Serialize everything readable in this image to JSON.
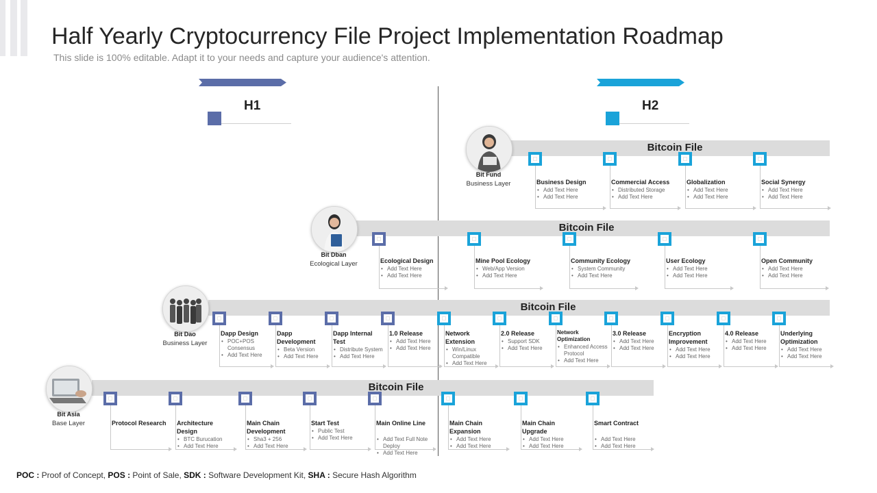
{
  "title": "Half Yearly Cryptocurrency File Project Implementation Roadmap",
  "subtitle": "This slide is 100% editable. Adapt it to your needs and capture your audience's attention.",
  "colors": {
    "h1": "#5b6da8",
    "h2": "#1aa3d9",
    "band": "#dcdcdc"
  },
  "halves": [
    {
      "label": "H1",
      "color": "#5b6da8"
    },
    {
      "label": "H2",
      "color": "#1aa3d9"
    }
  ],
  "rows": [
    {
      "band_title": "Bitcoin File",
      "avatar": {
        "name": "Bit Fund",
        "layer": "Business Layer",
        "icon": "businesswoman-photo-icon"
      },
      "items": [
        {
          "title": "Business Design",
          "bullets": [
            "Add Text Here",
            "Add Text Here"
          ],
          "color": "h2"
        },
        {
          "title": "Commercial Access",
          "bullets": [
            "Distributed Storage",
            "Add Text Here"
          ],
          "color": "h2"
        },
        {
          "title": "Globalization",
          "bullets": [
            "Add Text Here",
            "Add Text Here"
          ],
          "color": "h2"
        },
        {
          "title": "Social Synergy",
          "bullets": [
            "Add Text Here",
            "Add Text Here"
          ],
          "color": "h2"
        }
      ]
    },
    {
      "band_title": "Bitcoin File",
      "avatar": {
        "name": "Bit Dban",
        "layer": "Ecological Layer",
        "icon": "woman-folder-photo-icon"
      },
      "items": [
        {
          "title": "Ecological Design",
          "bullets": [
            "Add Text Here",
            "Add Text Here"
          ],
          "color": "h1"
        },
        {
          "title": "Mine Pool Ecology",
          "bullets": [
            "Web/App Version",
            "Add Text Here"
          ],
          "color": "h2"
        },
        {
          "title": "Community Ecology",
          "bullets": [
            "System Community",
            "Add Text Here"
          ],
          "color": "h2"
        },
        {
          "title": "User Ecology",
          "bullets": [
            "Add Text Here",
            "Add Text Here"
          ],
          "color": "h2"
        },
        {
          "title": "Open Community",
          "bullets": [
            "Add Text Here",
            "Add Text Here"
          ],
          "color": "h2"
        }
      ]
    },
    {
      "band_title": "Bitcoin File",
      "avatar": {
        "name": "Bit Dao",
        "layer": "Business Layer",
        "icon": "team-photo-icon"
      },
      "items": [
        {
          "title": "Dapp Design",
          "bullets": [
            "POC+POS Consensus",
            "Add Text Here"
          ],
          "color": "h1"
        },
        {
          "title": "Dapp Development",
          "bullets": [
            "Beta Version",
            "Add Text Here"
          ],
          "color": "h1"
        },
        {
          "title": "Dapp Internal Test",
          "bullets": [
            "Distribute System",
            "Add Text Here"
          ],
          "color": "h1"
        },
        {
          "title": "1.0 Release",
          "bullets": [
            "Add Text Here",
            "Add Text Here"
          ],
          "color": "h1"
        },
        {
          "title": "Network Extension",
          "bullets": [
            "Win/Linux Compatible",
            "Add Text Here"
          ],
          "color": "h2"
        },
        {
          "title": "2.0 Release",
          "bullets": [
            "Support SDK",
            "Add Text Here"
          ],
          "color": "h2"
        },
        {
          "title": "Network Optimization",
          "bullets": [
            "Enhanced Access Protocol",
            "Add Text Here"
          ],
          "color": "h2"
        },
        {
          "title": "3.0 Release",
          "bullets": [
            "Add Text Here",
            "Add Text Here"
          ],
          "color": "h2"
        },
        {
          "title": "Encryption Improvement",
          "bullets": [
            "Add Text Here",
            "Add Text Here"
          ],
          "color": "h2"
        },
        {
          "title": "4.0 Release",
          "bullets": [
            "Add Text Here",
            "Add Text Here"
          ],
          "color": "h2"
        },
        {
          "title": "Underlying Optimization",
          "bullets": [
            "Add Text Here",
            "Add Text Here"
          ],
          "color": "h2"
        }
      ]
    },
    {
      "band_title": "Bitcoin File",
      "avatar": {
        "name": "Bit Asia",
        "layer": "Base Layer",
        "icon": "laptop-hands-photo-icon"
      },
      "items": [
        {
          "title": "Protocol Research",
          "bullets": [],
          "color": "h1"
        },
        {
          "title": "Architecture Design",
          "bullets": [
            "BTC Burucation",
            "Add Text Here"
          ],
          "color": "h1"
        },
        {
          "title": "Main Chain Development",
          "bullets": [
            "Sha3 + 256",
            "Add Text Here"
          ],
          "color": "h1"
        },
        {
          "title": "Start Test",
          "bullets": [
            "Public Test",
            "Add Text Here"
          ],
          "color": "h1"
        },
        {
          "title": "Main Online Line",
          "bullets": [
            "Add Text Full Note Deploy",
            "Add Text Here"
          ],
          "color": "h1"
        },
        {
          "title": "Main Chain Expansion",
          "bullets": [
            "Add Text Here",
            "Add Text Here"
          ],
          "color": "h2"
        },
        {
          "title": "Main Chain Upgrade",
          "bullets": [
            "Add Text Here",
            "Add Text Here"
          ],
          "color": "h2"
        },
        {
          "title": "Smart Contract",
          "bullets": [
            "Add Text Here",
            "Add Text Here"
          ],
          "color": "h2"
        }
      ]
    }
  ],
  "footnote": [
    {
      "abbr": "POC :",
      "meaning": " Proof of Concept, "
    },
    {
      "abbr": "POS :",
      "meaning": " Point of Sale, "
    },
    {
      "abbr": "SDK :",
      "meaning": " Software Development  Kit, "
    },
    {
      "abbr": "SHA :",
      "meaning": " Secure Hash Algorithm"
    }
  ]
}
